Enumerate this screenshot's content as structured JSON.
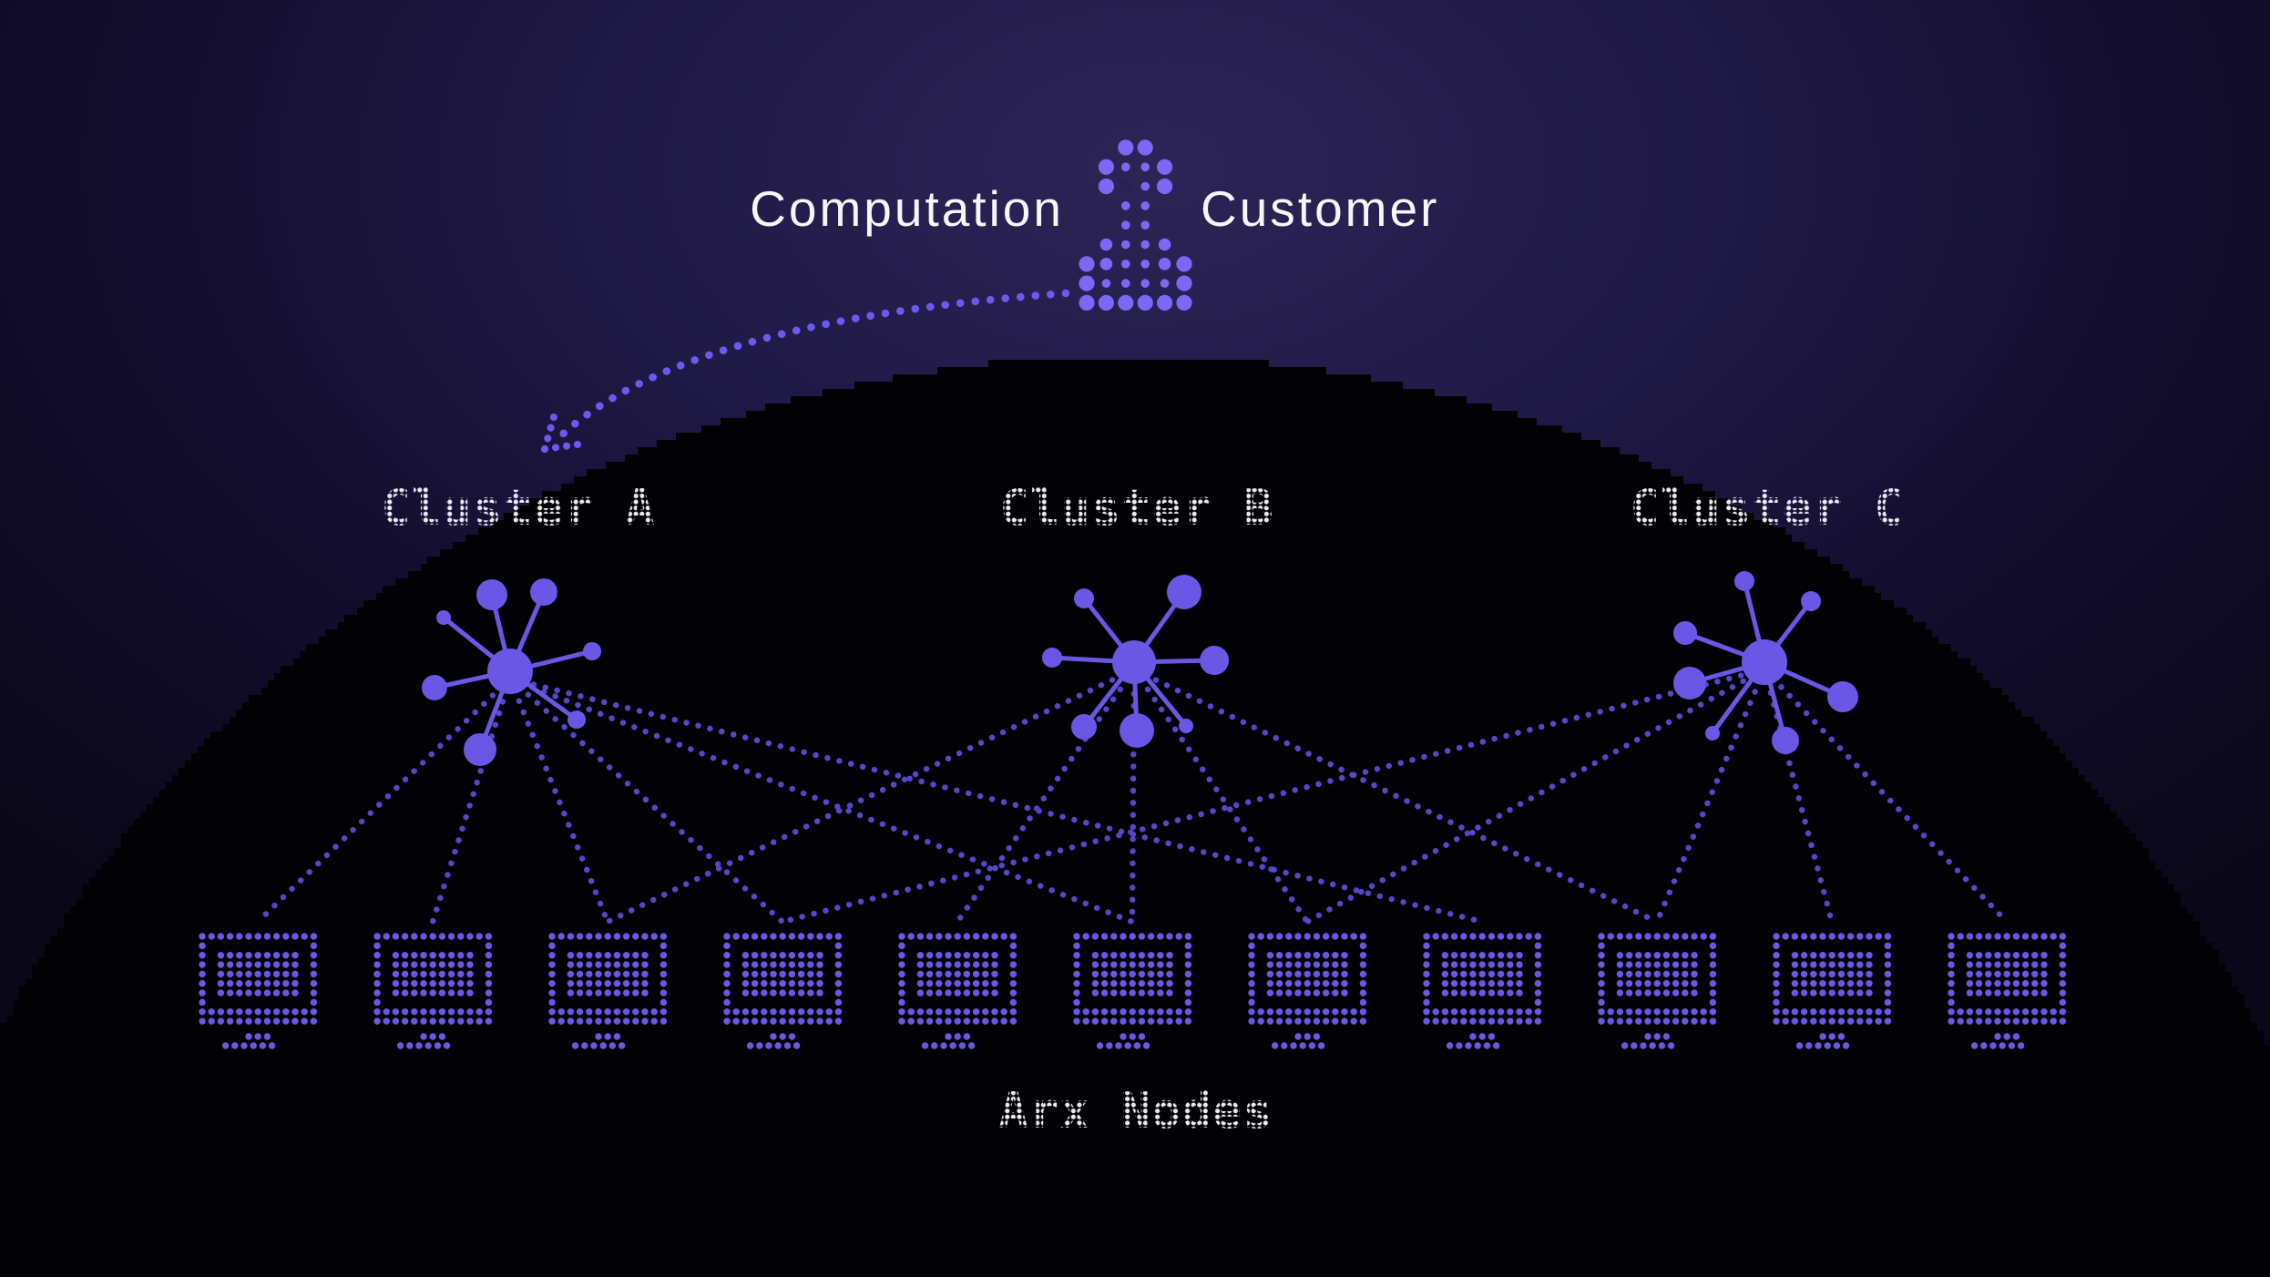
{
  "header": {
    "computation_label": "Computation",
    "customer_label": "Customer",
    "figure_icon": "pixel-person-icon"
  },
  "flow": {
    "arrow_icon": "dotted-curved-arrow-icon"
  },
  "clusters": [
    {
      "id": "a",
      "label": "Cluster A",
      "icon": "network-hub-icon",
      "connected_nodes": [
        0,
        1,
        2,
        3,
        5,
        7
      ]
    },
    {
      "id": "b",
      "label": "Cluster B",
      "icon": "network-hub-icon",
      "connected_nodes": [
        2,
        4,
        5,
        6,
        8
      ]
    },
    {
      "id": "c",
      "label": "Cluster C",
      "icon": "network-hub-icon",
      "connected_nodes": [
        3,
        6,
        8,
        9,
        10
      ]
    }
  ],
  "nodes": {
    "label": "Arx Nodes",
    "count": 11,
    "icon": "monitor-icon"
  },
  "colors": {
    "accent_purple": "#6a57e6",
    "bright_purple": "#7c68f6",
    "line_purple": "#5646cb",
    "arrow_purple": "#6e59ef",
    "text_white": "#f6f5fa",
    "dotted_text_white": "#eceaf4",
    "dark_dot": "#2a2153",
    "dome_black": "#020204",
    "background_glow": "#2c2456",
    "background_dark": "#0a0718"
  }
}
